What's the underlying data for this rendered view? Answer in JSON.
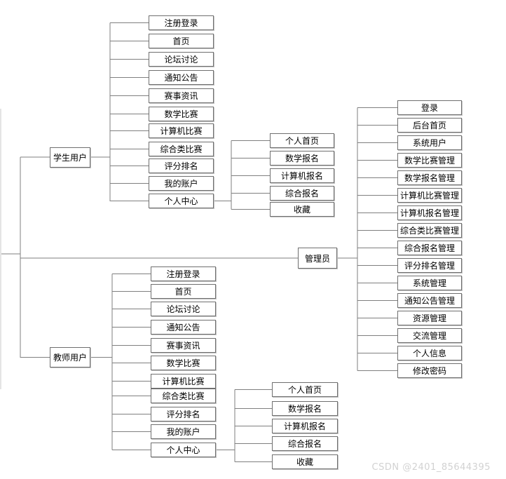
{
  "diagram": {
    "student": {
      "label": "学生用户",
      "items": [
        "注册登录",
        "首页",
        "论坛讨论",
        "通知公告",
        "赛事资讯",
        "数学比赛",
        "计算机比赛",
        "综合类比赛",
        "评分排名",
        "我的账户",
        "个人中心"
      ],
      "personal_center_items": [
        "个人首页",
        "数学报名",
        "计算机报名",
        "综合报名",
        "收藏"
      ]
    },
    "teacher": {
      "label": "教师用户",
      "items": [
        "注册登录",
        "首页",
        "论坛讨论",
        "通知公告",
        "赛事资讯",
        "数学比赛",
        "计算机比赛",
        "综合类比赛",
        "评分排名",
        "我的账户",
        "个人中心"
      ],
      "personal_center_items": [
        "个人首页",
        "数学报名",
        "计算机报名",
        "综合报名",
        "收藏"
      ]
    },
    "admin": {
      "label": "管理员",
      "items": [
        "登录",
        "后台首页",
        "系统用户",
        "数学比赛管理",
        "数学报名管理",
        "计算机比赛管理",
        "计算机报名管理",
        "综合类比赛管理",
        "综合报名管理",
        "评分排名管理",
        "系统管理",
        "通知公告管理",
        "资源管理",
        "交流管理",
        "个人信息",
        "修改密码"
      ]
    }
  },
  "watermark": "CSDN @2401_85644395",
  "colors": {
    "line": "#7f7f7f",
    "box_border": "#6f6f6f",
    "text": "#000000",
    "watermark": "#d2d2d2"
  }
}
